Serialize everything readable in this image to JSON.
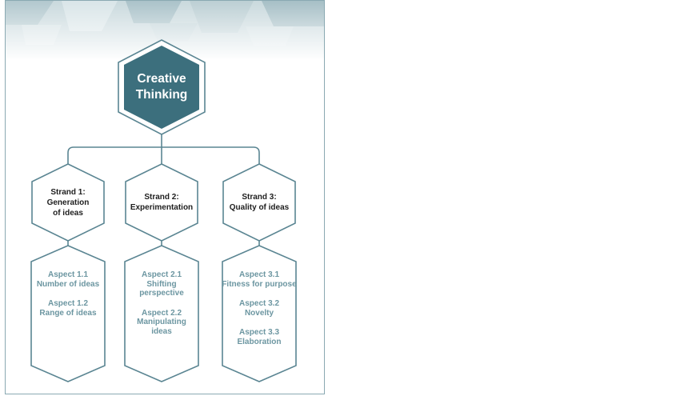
{
  "root": {
    "lines": [
      "Creative",
      "Thinking"
    ]
  },
  "strands": [
    {
      "lines": [
        "Strand 1:",
        "Generation",
        "of ideas"
      ],
      "aspects": [
        {
          "lines": [
            "Aspect 1.1",
            "Number of ideas"
          ]
        },
        {
          "lines": [
            "Aspect 1.2",
            "Range of ideas"
          ]
        }
      ]
    },
    {
      "lines": [
        "Strand 2:",
        "Experimentation"
      ],
      "aspects": [
        {
          "lines": [
            "Aspect 2.1",
            "Shifting",
            "perspective"
          ]
        },
        {
          "lines": [
            "Aspect 2.2",
            "Manipulating",
            "ideas"
          ]
        }
      ]
    },
    {
      "lines": [
        "Strand 3:",
        "Quality of ideas"
      ],
      "aspects": [
        {
          "lines": [
            "Aspect 3.1",
            "Fitness for purpose"
          ]
        },
        {
          "lines": [
            "Aspect 3.2",
            "Novelty"
          ]
        },
        {
          "lines": [
            "Aspect 3.3",
            "Elaboration"
          ]
        }
      ]
    }
  ],
  "colors": {
    "accent": "#3c6f7d",
    "stroke": "#5a8592",
    "aspect_text": "#6c96a1",
    "strand_text": "#1e1e1e"
  }
}
